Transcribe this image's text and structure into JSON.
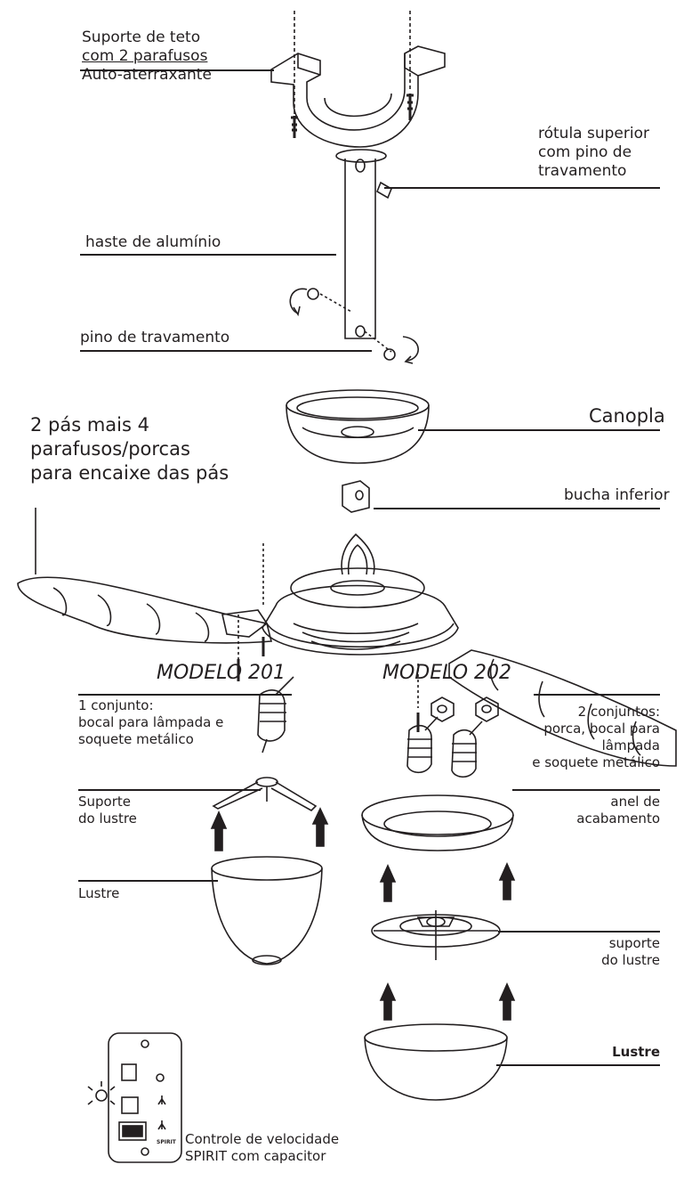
{
  "labels": {
    "ceiling_bracket": [
      "Suporte de teto",
      "com 2 parafusos",
      "Auto-aterraxante"
    ],
    "upper_ball": [
      "rótula superior",
      "com pino de",
      "travamento"
    ],
    "rod": "haste de alumínio",
    "lock_pin": "pino de travamento",
    "canopy": "Canopla",
    "blades": [
      "2 pás mais 4",
      "parafusos/porcas",
      "para encaixe das pás"
    ],
    "lower_bushing": "bucha inferior",
    "model_201": "MODELO 201",
    "model_202": "MODELO 202",
    "set_201": [
      "1 conjunto:",
      "bocal para lâmpada e",
      "soquete metálico"
    ],
    "set_202": [
      "2 conjuntos:",
      "porca, bocal para",
      "lâmpada",
      "e soquete metálico"
    ],
    "light_support_201": [
      "Suporte",
      "do lustre"
    ],
    "finish_ring": [
      "anel de",
      "acabamento"
    ],
    "shade_201": "Lustre",
    "light_support_202": [
      "suporte",
      "do lustre"
    ],
    "shade_202": "Lustre",
    "control": [
      "Controle de velocidade",
      "SPIRIT com capacitor"
    ],
    "control_panel_text": "SPIRIT"
  }
}
